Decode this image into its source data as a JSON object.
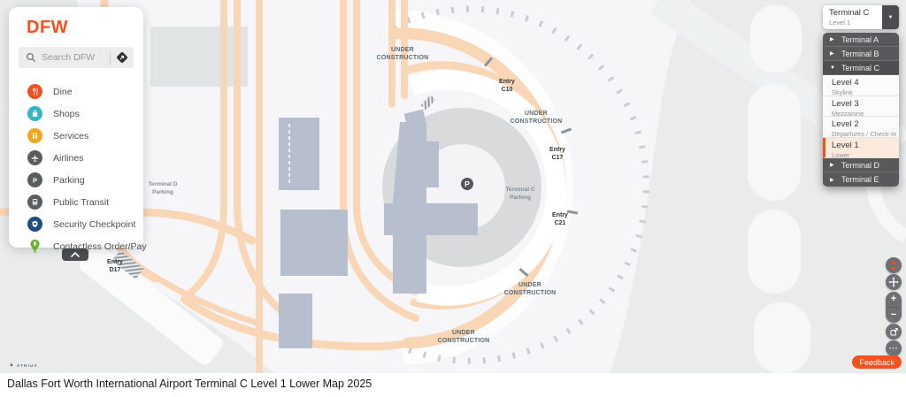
{
  "app": {
    "logo": "DFW",
    "caption": "Dallas Fort Worth International Airport Terminal C Level 1 Lower Map 2025",
    "attribution": "ATRIUS",
    "feedback_label": "Feedback"
  },
  "colors": {
    "accent_orange": "#f4511e",
    "road": "#f9d6b5",
    "building": "#b7bece",
    "selected_level_bg": "#fcebdc",
    "dark_row": "#58595b",
    "dine": "#f05123",
    "shops": "#31b7c3",
    "services": "#f2a71b",
    "neutral_icon": "#5a5c5e",
    "security": "#1c4e80",
    "contactless": "#67b32e"
  },
  "sidebar": {
    "search_placeholder": "Search DFW",
    "items": [
      {
        "label": "Dine",
        "icon": "dine-icon"
      },
      {
        "label": "Shops",
        "icon": "shops-icon"
      },
      {
        "label": "Services",
        "icon": "services-icon"
      },
      {
        "label": "Airlines",
        "icon": "airlines-icon"
      },
      {
        "label": "Parking",
        "icon": "parking-icon"
      },
      {
        "label": "Public Transit",
        "icon": "public-transit-icon"
      },
      {
        "label": "Security Checkpoint",
        "icon": "security-checkpoint-icon"
      },
      {
        "label": "Contactless Order/Pay",
        "icon": "contactless-order-pay-icon"
      }
    ]
  },
  "selector": {
    "terminal": "Terminal C",
    "level": "Level 1"
  },
  "icons": {
    "chevron_right": "▶",
    "chevron_down": "▼",
    "dropdown_arrow": "▼"
  },
  "dropdown": {
    "terminals": [
      {
        "label": "Terminal A"
      },
      {
        "label": "Terminal B"
      },
      {
        "label": "Terminal C"
      },
      {
        "label": "Terminal D"
      },
      {
        "label": "Terminal E"
      }
    ],
    "levels": [
      {
        "name": "Level 4",
        "sub": "Skylink"
      },
      {
        "name": "Level 3",
        "sub": "Mezzanine"
      },
      {
        "name": "Level 2",
        "sub": "Departures / Check-In"
      },
      {
        "name": "Level 1",
        "sub": "Lower",
        "selected": true
      }
    ]
  },
  "map": {
    "labels": {
      "under_construction": {
        "line1": "UNDER",
        "line2": "CONSTRUCTION"
      },
      "entry_c10": {
        "line1": "Entry",
        "line2": "C10"
      },
      "entry_c17": {
        "line1": "Entry",
        "line2": "C17"
      },
      "entry_c21": {
        "line1": "Entry",
        "line2": "C21"
      },
      "entry_d17": {
        "line1": "Entry",
        "line2": "D17"
      },
      "terminal_d_parking": {
        "line1": "Terminal D",
        "line2": "Parking"
      },
      "terminal_c_parking": {
        "line1": "Terminal C",
        "line2": "Parking"
      },
      "parking_marker": "P"
    }
  },
  "map_controls": {
    "zoom_in": "+",
    "zoom_out": "−",
    "more": "···"
  }
}
